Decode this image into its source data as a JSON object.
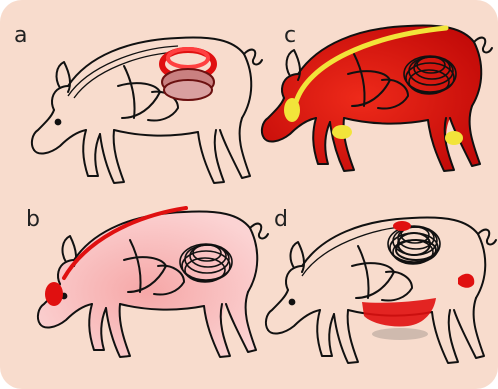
{
  "figure": {
    "background_color": "#f8dccd",
    "panels": [
      {
        "id": "a",
        "label": "a",
        "highlight": "colon-ring",
        "tint": "none"
      },
      {
        "id": "b",
        "label": "b",
        "highlight": "spine-line-and-head",
        "tint": "light-pink"
      },
      {
        "id": "c",
        "label": "c",
        "highlight": "joints-and-spine",
        "tint": "red"
      },
      {
        "id": "d",
        "label": "d",
        "highlight": "lesion-spots",
        "tint": "none"
      }
    ],
    "colors": {
      "outline": "#111111",
      "red": "#e01010",
      "dark_red": "#b00000",
      "pink": "#f4b0b0",
      "yellow": "#f2e43a"
    }
  }
}
